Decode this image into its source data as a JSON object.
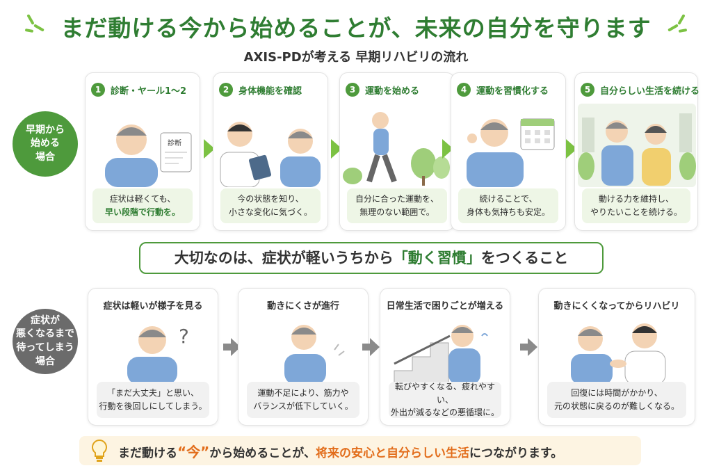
{
  "title": "まだ動ける今から始めることが、未来の自分を守ります",
  "subtitle": "AXIS-PDが考える 早期リハビリの流れ",
  "early": {
    "label": "早期から\n始める\n場合",
    "steps": [
      {
        "num": "1",
        "title": "診断・ヤール1〜2",
        "cap_line1": "症状は軽くても、",
        "cap_line2": "早い段階で行動を。",
        "sign": "診断"
      },
      {
        "num": "2",
        "title": "身体機能を確認",
        "cap_line1": "今の状態を知り、",
        "cap_line2": "小さな変化に気づく。"
      },
      {
        "num": "3",
        "title": "運動を始める",
        "cap_line1": "自分に合った運動を、",
        "cap_line2": "無理のない範囲で。"
      },
      {
        "num": "4",
        "title": "運動を習慣化する",
        "cap_line1": "続けることで、",
        "cap_line2": "身体も気持ちも安定。"
      },
      {
        "num": "5",
        "title": "自分らしい生活を続ける",
        "cap_line1": "動ける力を維持し、",
        "cap_line2": "やりたいことを続ける。"
      }
    ]
  },
  "banner": {
    "pre": "大切なのは、症状が軽いうちから",
    "highlight": "「動く習慣」",
    "post": "をつくること"
  },
  "late": {
    "label": "症状が\n悪くなるまで\n待ってしまう\n場合",
    "steps": [
      {
        "title": "症状は軽いが様子を見る",
        "cap_line1": "「まだ大丈夫」と思い、",
        "cap_line2": "行動を後回しにしてしまう。"
      },
      {
        "title": "動きにくさが進行",
        "cap_line1": "運動不足により、筋力や",
        "cap_line2": "バランスが低下していく。"
      },
      {
        "title": "日常生活で困りごとが増える",
        "cap_line1": "転びやすくなる、疲れやすい、",
        "cap_line2": "外出が減るなどの悪循環に。"
      },
      {
        "title": "動きにくくなってからリハビリ",
        "cap_line1": "回復には時間がかかり、",
        "cap_line2": "元の状態に戻るのが難しくなる。"
      }
    ]
  },
  "footer": {
    "pre": "まだ動ける",
    "now": "“今”",
    "mid": "から始めることが、",
    "orange": "将来の安心と自分らしい生活",
    "post": "につながります。"
  },
  "colors": {
    "green": "#2f7d32",
    "accent_green": "#4e9a3c",
    "light_green": "#7cc243",
    "gray": "#6b6b6b",
    "orange": "#e26d1b",
    "footer_bg": "#fdf4e2"
  },
  "icons": [
    "spark-icon",
    "arrow-right-icon",
    "lightbulb-icon",
    "calendar-icon",
    "clipboard-icon",
    "question-mark-icon"
  ]
}
